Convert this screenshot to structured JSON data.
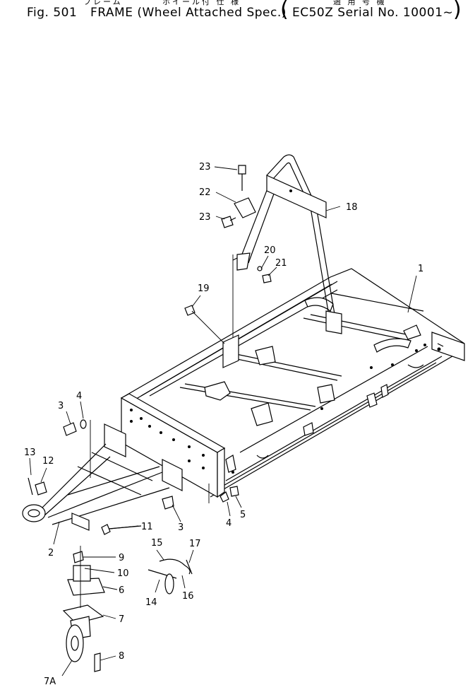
{
  "header": {
    "fig_number": "Fig. 501",
    "title": "FRAME (Wheel Attached Spec.)",
    "applicability": "EC50Z Serial No. 10001~",
    "title_jp_left": "フレーム",
    "title_jp_mid": "ホイール付 仕 様",
    "title_jp_right": "適 用 号 機",
    "open_paren": "(",
    "close_paren": ")"
  },
  "callouts": [
    {
      "id": "c1",
      "text": "1"
    },
    {
      "id": "c2",
      "text": "2"
    },
    {
      "id": "c3a",
      "text": "3"
    },
    {
      "id": "c3b",
      "text": "3"
    },
    {
      "id": "c4a",
      "text": "4"
    },
    {
      "id": "c4b",
      "text": "4"
    },
    {
      "id": "c5",
      "text": "5"
    },
    {
      "id": "c6",
      "text": "6"
    },
    {
      "id": "c7",
      "text": "7"
    },
    {
      "id": "c7a",
      "text": "7A"
    },
    {
      "id": "c8",
      "text": "8"
    },
    {
      "id": "c9",
      "text": "9"
    },
    {
      "id": "c10",
      "text": "10"
    },
    {
      "id": "c11",
      "text": "11"
    },
    {
      "id": "c12",
      "text": "12"
    },
    {
      "id": "c13",
      "text": "13"
    },
    {
      "id": "c14",
      "text": "14"
    },
    {
      "id": "c15",
      "text": "15"
    },
    {
      "id": "c16",
      "text": "16"
    },
    {
      "id": "c17",
      "text": "17"
    },
    {
      "id": "c18",
      "text": "18"
    },
    {
      "id": "c19",
      "text": "19"
    },
    {
      "id": "c20",
      "text": "20"
    },
    {
      "id": "c21",
      "text": "21"
    },
    {
      "id": "c22",
      "text": "22"
    },
    {
      "id": "c23a",
      "text": "23"
    },
    {
      "id": "c23b",
      "text": "23"
    }
  ]
}
